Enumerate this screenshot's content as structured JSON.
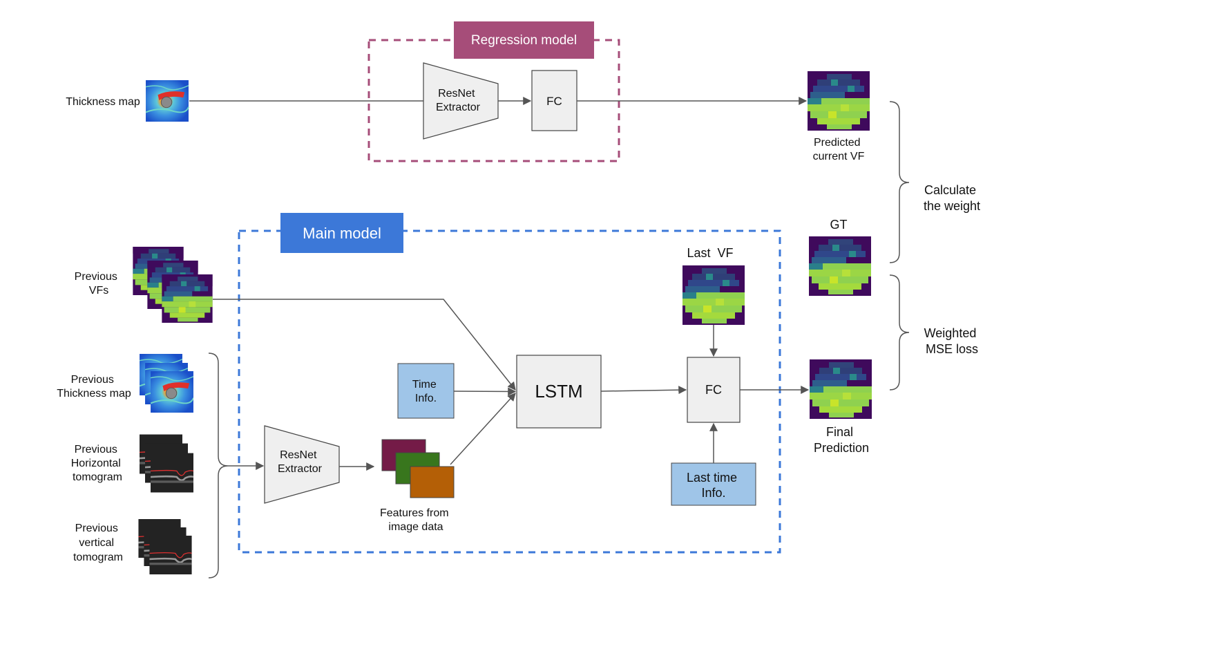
{
  "regression_model": {
    "title": "Regression model",
    "extractor_line1": "ResNet",
    "extractor_line2": "Extractor",
    "fc": "FC"
  },
  "main_model": {
    "title": "Main model",
    "extractor_line1": "ResNet",
    "extractor_line2": "Extractor",
    "time_info_line1": "Time",
    "time_info_line2": "Info.",
    "lstm": "LSTM",
    "fc": "FC",
    "last_time_info_line1": "Last time",
    "last_time_info_line2": "Info.",
    "features_line1": "Features from",
    "features_line2": "image data",
    "last_vf": "Last  VF"
  },
  "inputs": {
    "thickness_map": "Thickness map",
    "previous_vfs_line1": "Previous",
    "previous_vfs_line2": "VFs",
    "prev_thickness_line1": "Previous",
    "prev_thickness_line2": "Thickness map",
    "prev_horizontal_line1": "Previous",
    "prev_horizontal_line2": "Horizontal",
    "prev_horizontal_line3": "tomogram",
    "prev_vertical_line1": "Previous",
    "prev_vertical_line2": "vertical",
    "prev_vertical_line3": "tomogram"
  },
  "outputs": {
    "predicted_line1": "Predicted",
    "predicted_line2": "current VF",
    "gt": "GT",
    "final_line1": "Final",
    "final_line2": "Prediction",
    "calc_weight_line1": "Calculate",
    "calc_weight_line2": "the weight",
    "weighted_mse_line1": "Weighted",
    "weighted_mse_line2": "MSE loss"
  },
  "colors": {
    "regression_accent": "#a64d79",
    "main_accent": "#3c78d8",
    "time_info_fill": "#9fc5e8",
    "block_fill": "#efefef",
    "feature_1": "#741b47",
    "feature_2": "#38761d",
    "feature_3": "#b45f06",
    "vf_background": "#3f0a5c",
    "vf_green": "#8fd14f",
    "vf_teal": "#2a8a8a"
  }
}
